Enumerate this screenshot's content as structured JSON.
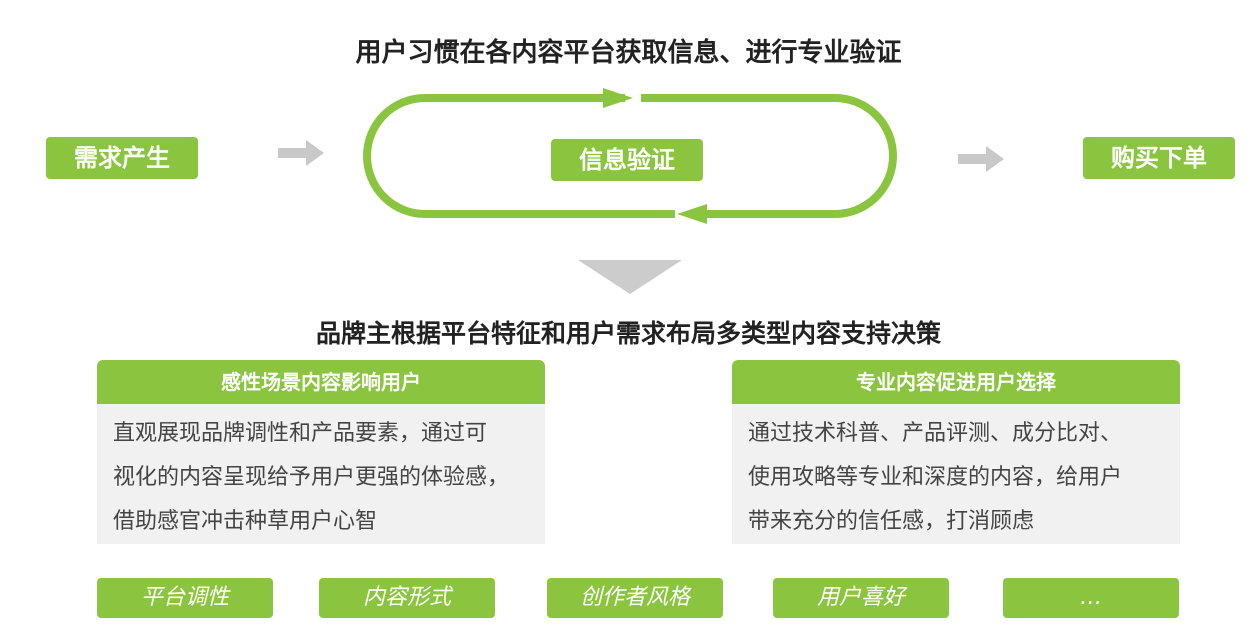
{
  "top": {
    "title": "用户习惯在各内容平台获取信息、进行专业验证",
    "demand": "需求产生",
    "verify": "信息验证",
    "purchase": "购买下单"
  },
  "middle": {
    "title": "品牌主根据平台特征和用户需求布局多类型内容支持决策"
  },
  "panels": {
    "left": {
      "header": "感性场景内容影响用户",
      "lines": [
        "直观展现品牌调性和产品要素，通过可",
        "视化的内容呈现给予用户更强的体验感，",
        "借助感官冲击种草用户心智"
      ]
    },
    "right": {
      "header": "专业内容促进用户选择",
      "lines": [
        "通过技术科普、产品评测、成分比对、",
        "使用攻略等专业和深度的内容，给用户",
        "带来充分的信任感，打消顾虑"
      ]
    }
  },
  "tags": [
    "平台调性",
    "内容形式",
    "创作者风格",
    "用户喜好",
    "…"
  ],
  "colors": {
    "accent": "#8bc53f",
    "arrow_gray": "#c8c8c8",
    "panel_bg": "#f1f1f1"
  }
}
